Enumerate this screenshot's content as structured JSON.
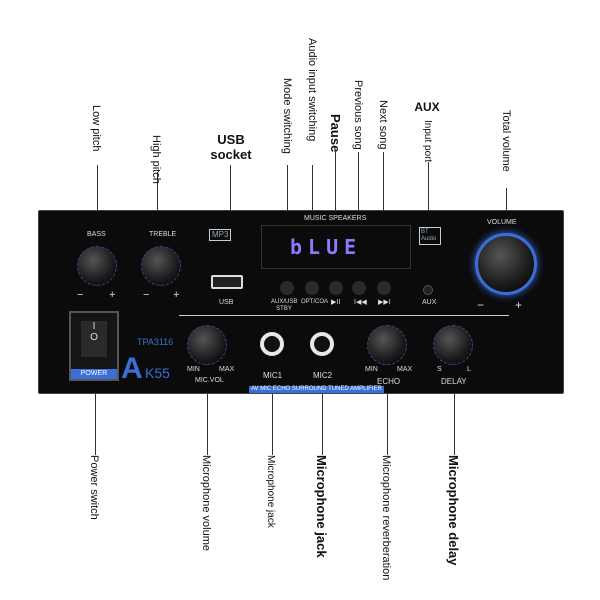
{
  "top_labels": {
    "low_pitch": "Low pitch",
    "high_pitch": "High pitch",
    "usb_socket_1": "USB",
    "usb_socket_2": "socket",
    "mode_switching": "Mode switching",
    "audio_input_switching": "Audio input switching",
    "pause": "Pause",
    "previous_song": "Previous song",
    "next_song": "Next song",
    "aux": "AUX",
    "input_port": "Input port",
    "total_volume": "Total volume"
  },
  "bottom_labels": {
    "power_switch": "Power switch",
    "microphone_volume": "Microphone volume",
    "microphone_jack_1": "Microphone jack",
    "microphone_jack_2": "Microphone jack",
    "microphone_reverberation": "Microphone reverberation",
    "microphone_delay": "Microphone delay"
  },
  "device": {
    "bass": "BASS",
    "treble": "TREBLE",
    "minus": "−",
    "plus": "+",
    "mp3": "MP3",
    "usb": "USB",
    "music_speakers": "MUSIC SPEAKERS",
    "display": "bLUE",
    "btn1": "AUX/USB STBY",
    "btn2": "OPT/COA",
    "btn3": "▶II",
    "btn4": "I◀◀",
    "btn5": "▶▶I",
    "aux": "AUX",
    "bt": "BT Audio",
    "volume": "VOLUME",
    "power": "POWER",
    "model_small": "TPA3116",
    "model_a": "A",
    "model_k": "K55",
    "min": "MIN",
    "max": "MAX",
    "mic_vol": "MIC.VOL",
    "mic1": "MIC1",
    "mic2": "MIC2",
    "echo": "ECHO",
    "delay": "DELAY",
    "s": "S",
    "l": "L",
    "banner": "AV MIC ECHO SURROUND TUNED AMPLIFIER"
  },
  "colors": {
    "body": "#0b0b0c",
    "accent": "#3a6fd8",
    "display": "#8a7bff"
  }
}
